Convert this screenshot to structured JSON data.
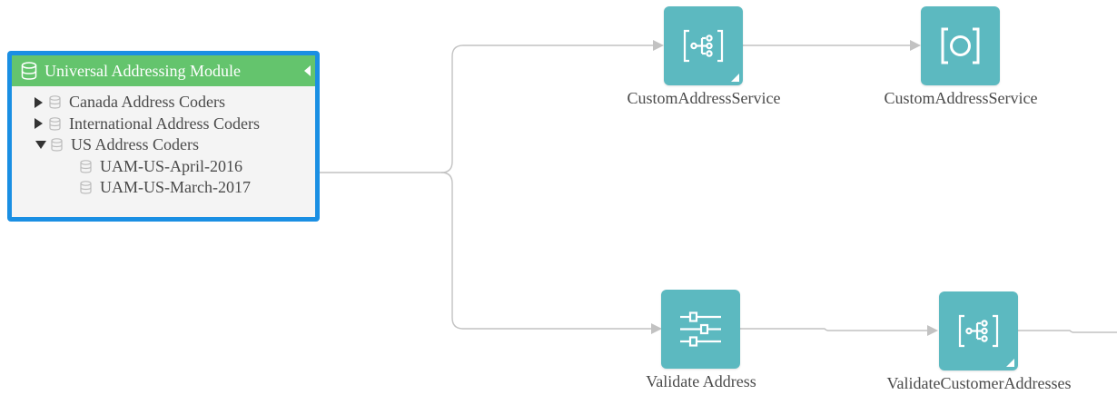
{
  "module": {
    "title": "Universal Addressing Module",
    "icon": "database-icon",
    "tree": [
      {
        "label": "Canada Address Coders",
        "expanded": false
      },
      {
        "label": "International Address Coders",
        "expanded": false
      },
      {
        "label": "US Address Coders",
        "expanded": true
      },
      {
        "label": "UAM-US-April-2016"
      },
      {
        "label": "UAM-US-March-2017"
      }
    ]
  },
  "nodes": {
    "custom_subflow": {
      "label": "CustomAddressService",
      "icon": "subflow-icon"
    },
    "custom_service": {
      "label": "CustomAddressService",
      "icon": "service-output-icon"
    },
    "validate_address": {
      "label": "Validate Address",
      "icon": "sliders-icon"
    },
    "validate_customer": {
      "label": "ValidateCustomerAddresses",
      "icon": "subflow-icon"
    }
  },
  "colors": {
    "module_border": "#1a8fe3",
    "module_header": "#64c46d",
    "node_fill": "#5cb9c0",
    "wire": "#bdbdbd",
    "text": "#4a4a4a"
  }
}
